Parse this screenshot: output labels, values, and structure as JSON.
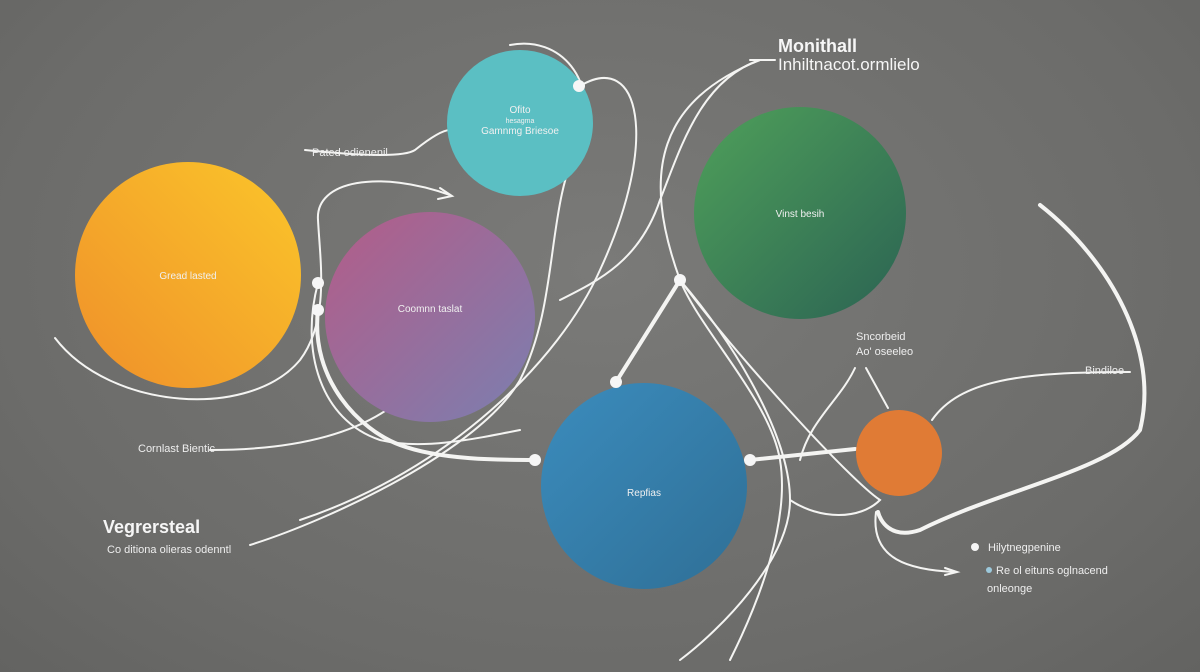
{
  "title": {
    "line1": "Monithall",
    "line2": "Inhiltnacot.ormlielo"
  },
  "nodes": {
    "yellow": {
      "label": "Gread lasted",
      "color": "#f5b325"
    },
    "teal": {
      "line1": "Ofito",
      "line2": "hesagma",
      "line3": "Gamnmg Briesoe",
      "color": "#5bbfc3"
    },
    "pink": {
      "label": "Coomnn taslat",
      "color": "#9a6d9a"
    },
    "green": {
      "label": "Vinst besih",
      "color": "#3f8a5a"
    },
    "blue": {
      "label": "Repfias",
      "color": "#3a82b0"
    },
    "orange": {
      "label": "",
      "color": "#e07b35"
    }
  },
  "labels": {
    "pated": "Pated odienenil",
    "cornlast": "Cornlast Bientic",
    "section_title": "Vegrersteal",
    "section_sub": "Co ditiona olieras odenntl",
    "sncorbid_1": "Sncorbeid",
    "sncorbid_2": "Ao' oseeleo",
    "bindiloe": "Bindiloe",
    "legend_1": "Hilytnegpenine",
    "legend_2a": "Re ol eituns oglnacend",
    "legend_2b": "onleonge"
  }
}
